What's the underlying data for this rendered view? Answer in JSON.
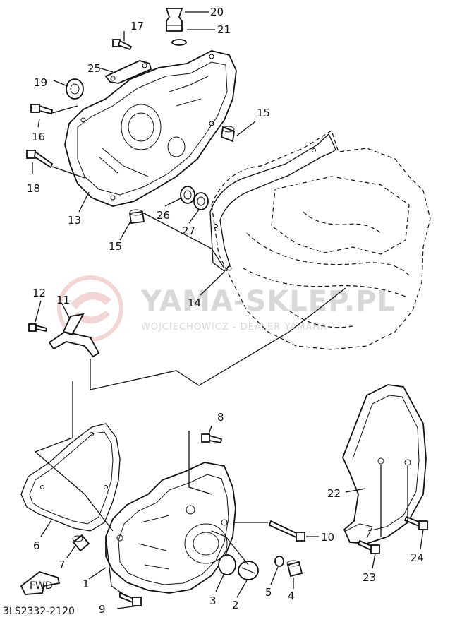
{
  "diagram": {
    "code": "3LS2332-2120",
    "watermark": {
      "name": "YAMA-SKLEP.PL",
      "subtitle": "WOJCIECHOWICZ - DEALER YAMAHA"
    },
    "fwd_label": "FWD",
    "callouts": {
      "c1": "1",
      "c2": "2",
      "c3": "3",
      "c4": "4",
      "c5": "5",
      "c6": "6",
      "c7": "7",
      "c8": "8",
      "c9": "9",
      "c10": "10",
      "c11": "11",
      "c12": "12",
      "c13": "13",
      "c14": "14",
      "c15a": "15",
      "c15b": "15",
      "c16": "16",
      "c17": "17",
      "c18": "18",
      "c19": "19",
      "c20": "20",
      "c21": "21",
      "c22": "22",
      "c23": "23",
      "c24": "24",
      "c25": "25",
      "c26": "26",
      "c27": "27"
    },
    "colors": {
      "line": "#111111",
      "watermark_logo": "#e9b6b6",
      "watermark_text": "#d8d8d8"
    }
  }
}
